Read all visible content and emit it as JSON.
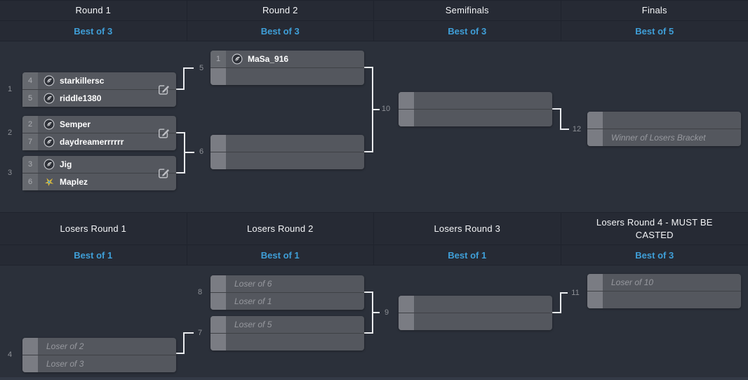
{
  "colors": {
    "accent_blue": "#3f9fd8",
    "page_bg": "#2b303a",
    "header_bg": "#262a34",
    "match_bg": "#54575e",
    "connector": "#e9ebee"
  },
  "headers": {
    "upper": [
      {
        "title": "Round 1",
        "best_of": "Best of 3"
      },
      {
        "title": "Round 2",
        "best_of": "Best of 3"
      },
      {
        "title": "Semifinals",
        "best_of": "Best of 3"
      },
      {
        "title": "Finals",
        "best_of": "Best of 5"
      }
    ],
    "lower": [
      {
        "title": "Losers Round 1",
        "best_of": "Best of 1"
      },
      {
        "title": "Losers Round 2",
        "best_of": "Best of 1"
      },
      {
        "title": "Losers Round 3",
        "best_of": "Best of 1"
      },
      {
        "title": "Losers Round 4 - MUST BE CASTED",
        "best_of": "Best of 3"
      }
    ]
  },
  "matches": [
    {
      "id": "1",
      "label": "1",
      "bracket": "upper",
      "editable": true,
      "slots": [
        {
          "seed": "4",
          "name": "starkillersc",
          "avatar": "wings-avatar-icon"
        },
        {
          "seed": "5",
          "name": "riddle1380",
          "avatar": "wings-avatar-icon"
        }
      ]
    },
    {
      "id": "2",
      "label": "2",
      "bracket": "upper",
      "editable": true,
      "slots": [
        {
          "seed": "2",
          "name": "Semper",
          "avatar": "wings-avatar-icon"
        },
        {
          "seed": "7",
          "name": "daydreamerrrrrr",
          "avatar": "wings-avatar-icon"
        }
      ]
    },
    {
      "id": "3",
      "label": "3",
      "bracket": "upper",
      "editable": true,
      "slots": [
        {
          "seed": "3",
          "name": "Jig",
          "avatar": "wings-avatar-icon"
        },
        {
          "seed": "6",
          "name": "Maplez",
          "avatar": "maplez-bird-avatar-icon"
        }
      ]
    },
    {
      "id": "5",
      "label": "5",
      "bracket": "upper",
      "editable": false,
      "slots": [
        {
          "seed": "1",
          "name": "MaSa_916",
          "avatar": "wings-avatar-icon"
        },
        {}
      ]
    },
    {
      "id": "6",
      "label": "6",
      "bracket": "upper",
      "editable": false,
      "slots": [
        {},
        {}
      ]
    },
    {
      "id": "10",
      "label": "10",
      "bracket": "upper",
      "editable": false,
      "slots": [
        {},
        {}
      ]
    },
    {
      "id": "12",
      "label": "12",
      "bracket": "upper",
      "editable": false,
      "slots": [
        {},
        {
          "placeholder": "Winner of Losers Bracket"
        }
      ]
    },
    {
      "id": "4",
      "label": "4",
      "bracket": "lower",
      "editable": false,
      "slots": [
        {
          "placeholder": "Loser of 2"
        },
        {
          "placeholder": "Loser of 3"
        }
      ]
    },
    {
      "id": "8",
      "label": "8",
      "bracket": "lower",
      "editable": false,
      "slots": [
        {
          "placeholder": "Loser of 6"
        },
        {
          "placeholder": "Loser of 1"
        }
      ]
    },
    {
      "id": "7",
      "label": "7",
      "bracket": "lower",
      "editable": false,
      "slots": [
        {
          "placeholder": "Loser of 5"
        },
        {}
      ]
    },
    {
      "id": "9",
      "label": "9",
      "bracket": "lower",
      "editable": false,
      "slots": [
        {},
        {}
      ]
    },
    {
      "id": "11",
      "label": "11",
      "bracket": "lower",
      "editable": false,
      "slots": [
        {
          "placeholder": "Loser of 10"
        },
        {}
      ]
    }
  ]
}
